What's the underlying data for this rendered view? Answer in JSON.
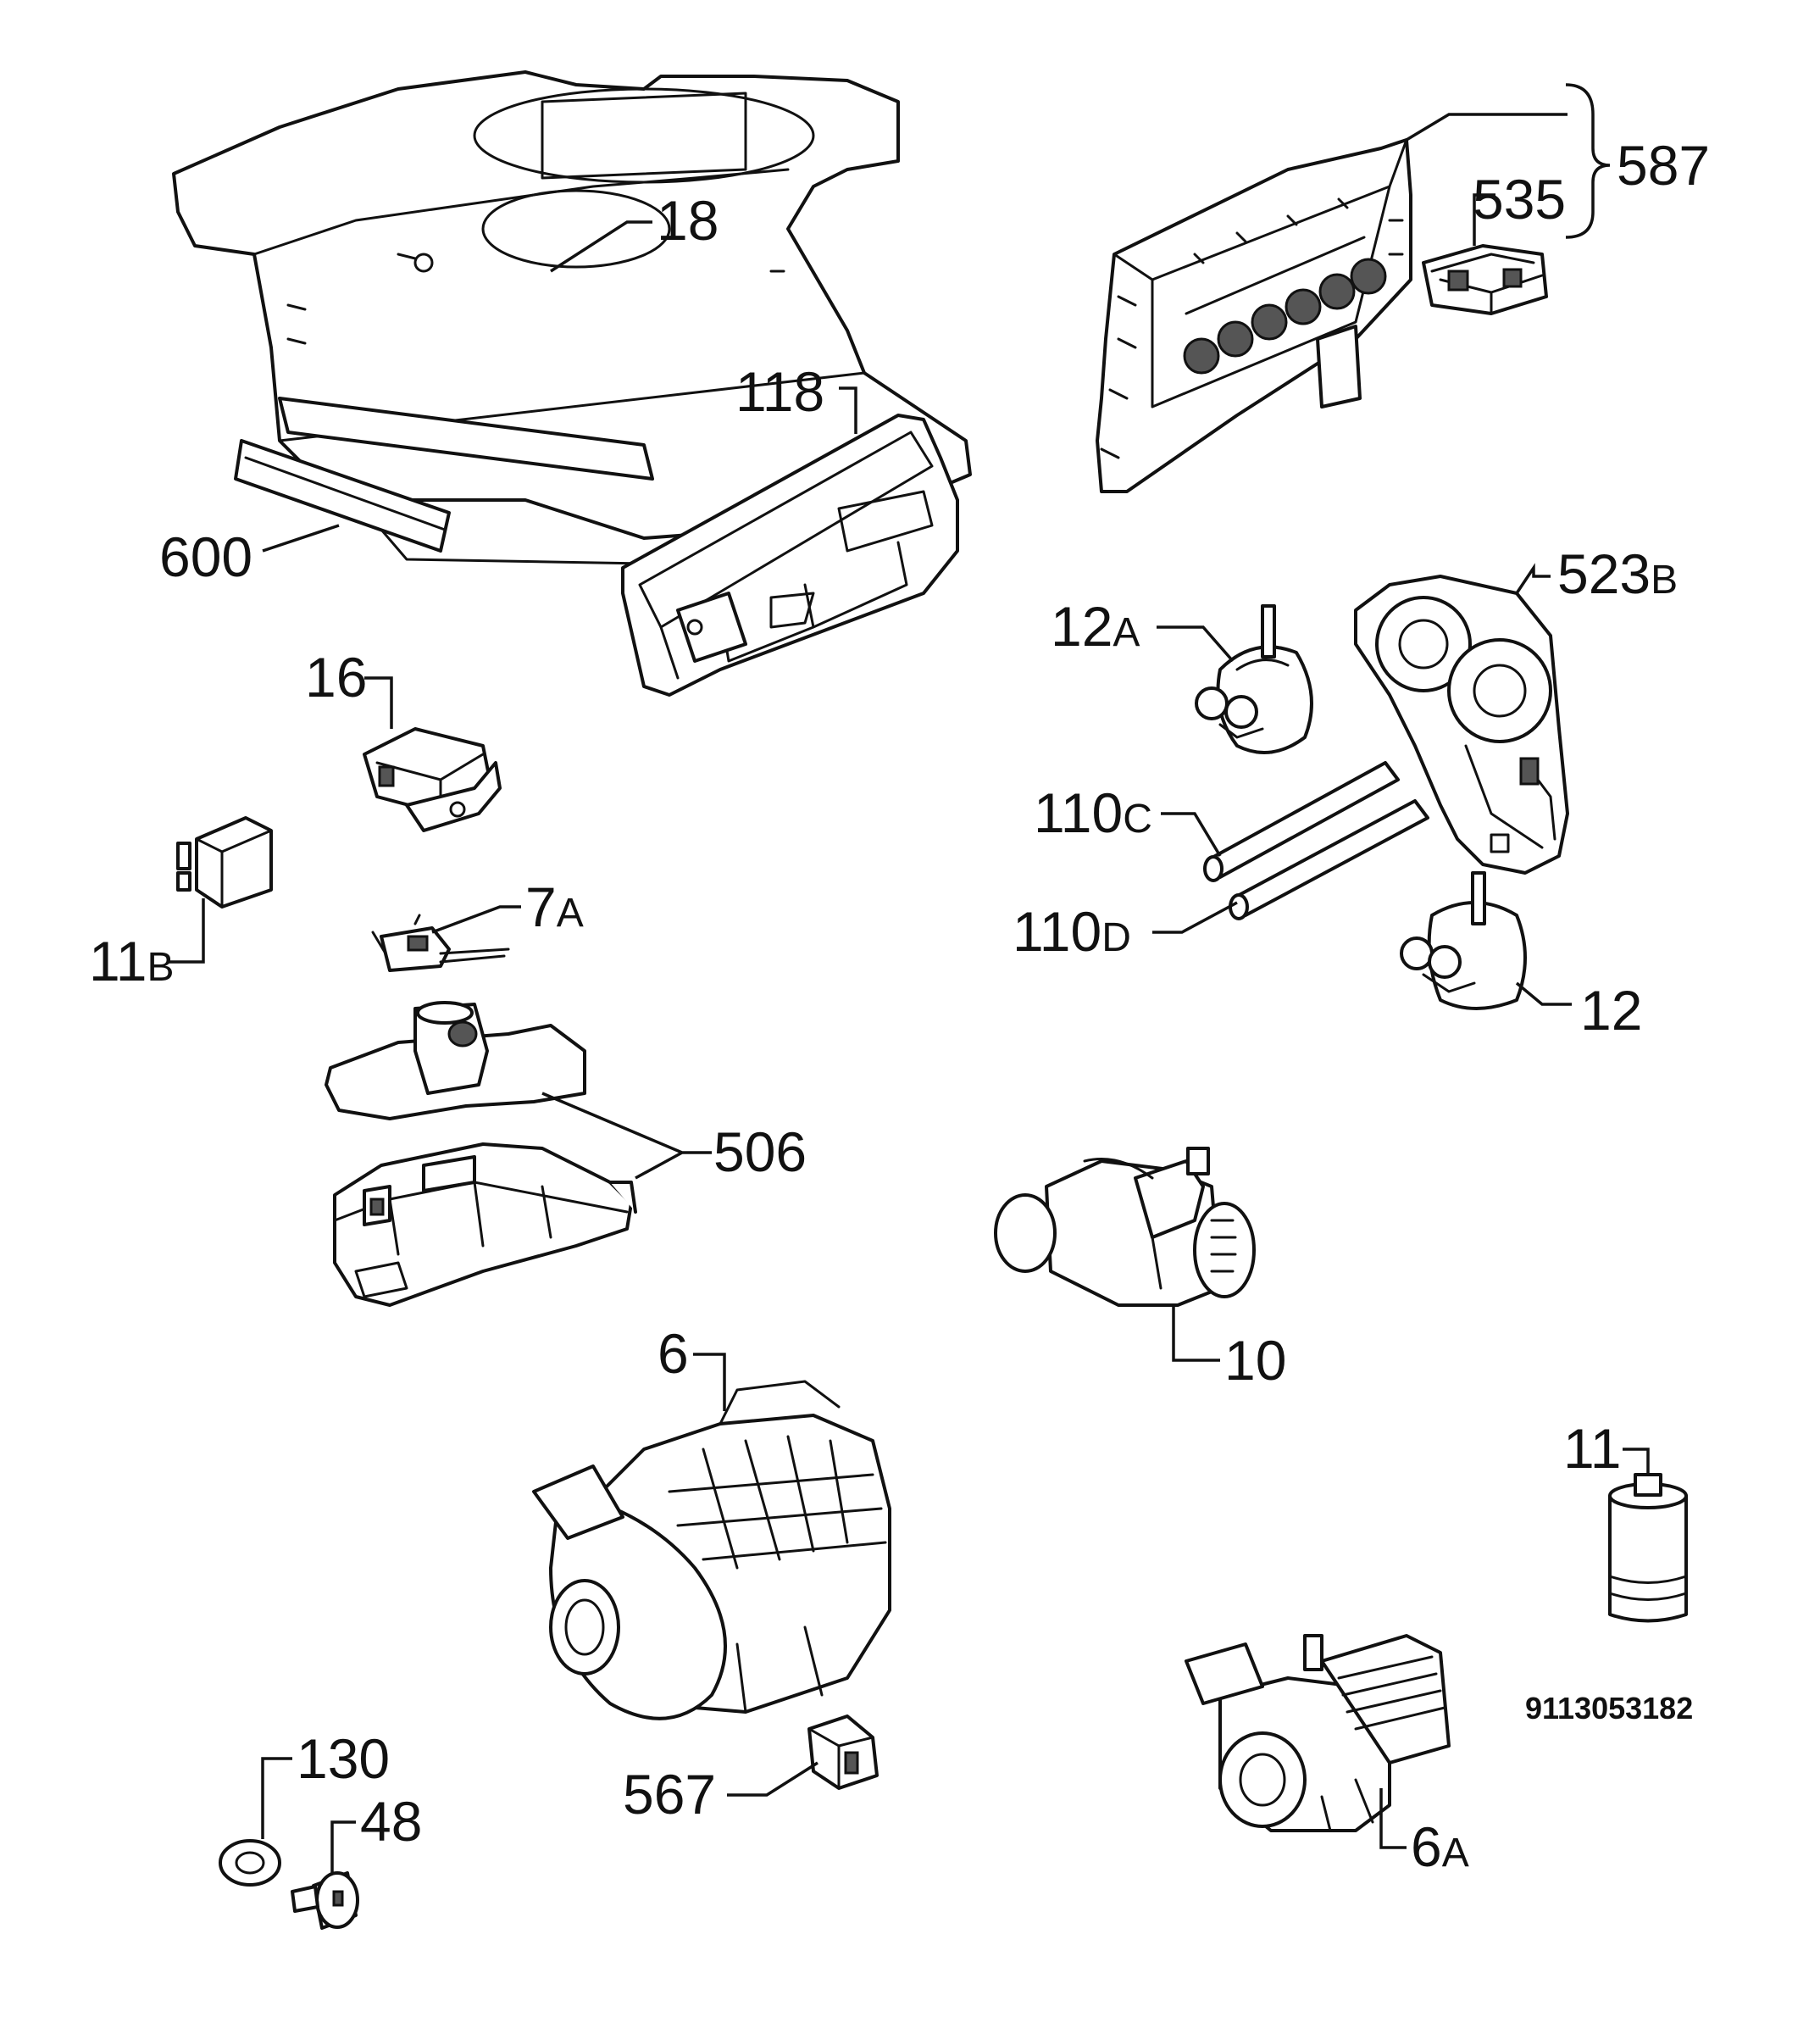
{
  "labels": {
    "p18": "18",
    "p600": "600",
    "p118": "118",
    "p587": "587",
    "p535": "535",
    "p523": {
      "num": "523",
      "suffix": "B"
    },
    "p12a": {
      "num": "12",
      "suffix": "A"
    },
    "p110c": {
      "num": "110",
      "suffix": "C"
    },
    "p110d": {
      "num": "110",
      "suffix": "D"
    },
    "p12": "12",
    "p16": "16",
    "p11b": {
      "num": "11",
      "suffix": "B"
    },
    "p7a": {
      "num": "7",
      "suffix": "A"
    },
    "p506": "506",
    "p10": "10",
    "p6": "6",
    "p11": "11",
    "p567": "567",
    "p130": "130",
    "p48": "48",
    "p6a": {
      "num": "6",
      "suffix": "A"
    }
  },
  "diagram_code": "9113053182"
}
